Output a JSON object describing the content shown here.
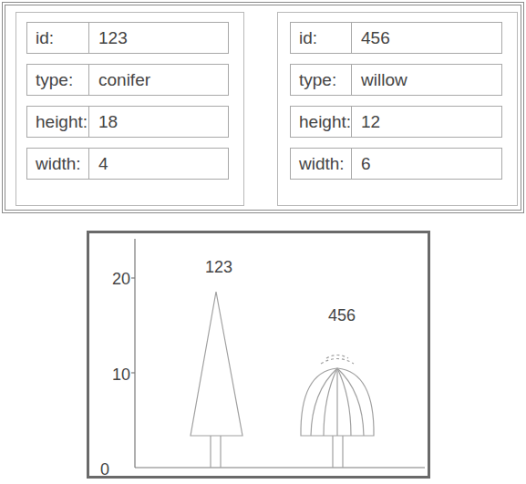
{
  "diagram": {
    "nodes": [
      {
        "text": []
      },
      {
        "text": [],
        "in": 0
      },
      {
        "text": [
          "id:",
          "123"
        ],
        "in": 1
      },
      {
        "text": [
          "type:",
          "conifer"
        ],
        "in": 1
      },
      {
        "text": [
          "height:",
          "18"
        ],
        "in": 1
      },
      {
        "text": [
          "width:",
          "4"
        ],
        "in": 1
      },
      {
        "text": [],
        "in": 0
      },
      {
        "text": [
          "id:",
          "456"
        ],
        "in": 6
      },
      {
        "text": [
          "type:",
          "willow"
        ],
        "in": 6
      },
      {
        "text": [
          "height:",
          "12"
        ],
        "in": 6
      },
      {
        "text": [
          "width:",
          "6"
        ],
        "in": 6
      },
      {
        "text": [
          "123",
          "20",
          "456",
          "10",
          "0"
        ]
      }
    ]
  }
}
